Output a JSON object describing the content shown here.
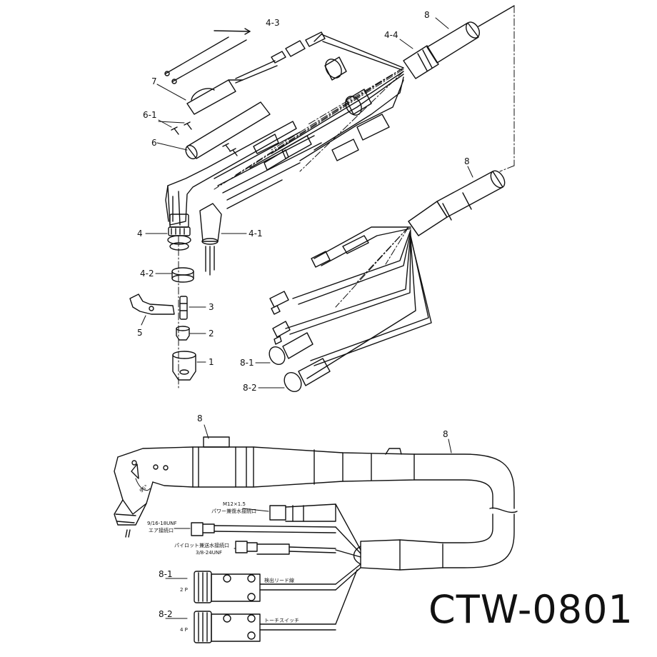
{
  "labels": {
    "c8_top_a": "8",
    "c8_top_b": "8",
    "c4_4": "4-4",
    "c4_3": "4-3",
    "c7": "7",
    "c6_1": "6-1",
    "c6": "6",
    "c4": "4",
    "c4_1": "4-1",
    "c4_2": "4-2",
    "c3": "3",
    "c5": "5",
    "c2": "2",
    "c1": "1",
    "c8_1_top": "8-1",
    "c8_2_top": "8-2",
    "c8_bottom_a": "8",
    "c8_bottom_b": "8",
    "c8_1_bottom": "8-1",
    "c8_2_bottom": "8-2",
    "angle": "95°",
    "m12": "M12×1.5",
    "power_port": "パワー兼復水接続口",
    "thread_916": "9/16-18UNF",
    "air_port": "エア接続口",
    "pilot_port": "パイロット兼送水接続口",
    "thread_38": "3/8-24UNF",
    "lead": "検出リード線",
    "switch": "トーチスイッチ",
    "pin2": "2 P",
    "pin4": "4 P"
  },
  "model": "CTW-0801"
}
